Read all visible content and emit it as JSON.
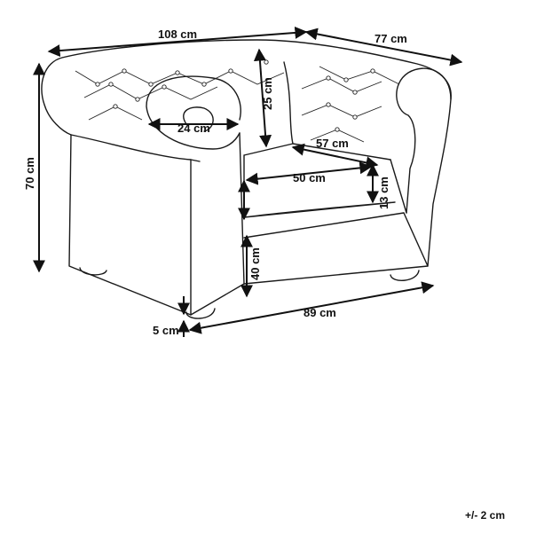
{
  "dimensions": {
    "total_width": "108 cm",
    "total_depth": "77 cm",
    "total_height": "70 cm",
    "backrest_height": "25 cm",
    "armrest_width": "24 cm",
    "seat_depth": "57 cm",
    "seat_width": "50 cm",
    "cushion_height": "13 cm",
    "seat_height": "40 cm",
    "leg_height": "5 cm",
    "base_width": "89 cm"
  },
  "tolerance": "+/- 2 cm"
}
